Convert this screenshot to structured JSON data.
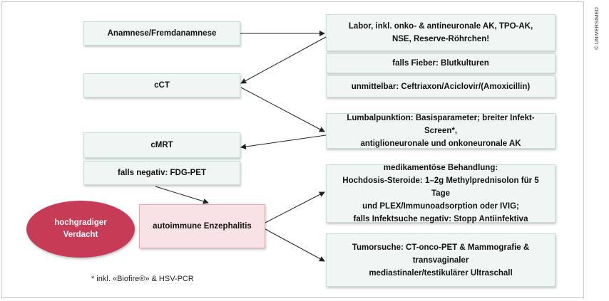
{
  "nodes": {
    "anamnese": "Anamnese/Fremdanamnese",
    "cct": "cCT",
    "cmrt": "cMRT",
    "fdg_pet": "falls negativ: FDG-PET",
    "labor": "Labor, inkl. onko- & antineuronale AK, TPO-AK,\nNSE, Reserve-Röhrchen!",
    "fieber": "falls Fieber: Blutkulturen",
    "unmittelbar": "unmittelbar: Ceftriaxon/Aciclovir/(Amoxicillin)",
    "lumbal": "Lumbalpunktion: Basisparameter; breiter Infekt-Screen*,\nantiglioneuronale und onkoneuronale AK",
    "behandlung": "medikamentöse Behandlung:\nHochdosis-Steroide: 1–2g Methylprednisolon für 5 Tage\nund PLEX/Immunoadsorption oder IVIG;\nfalls Infektsuche negativ: Stopp Antiinfektiva",
    "tumorsuche": "Tumorsuche: CT-onco-PET & Mammografie & transvaginaler\nmediastinaler/testikulärer Ultraschall",
    "enzephalitis": "autoimmune Enzephalitis",
    "verdacht": "hochgradiger\nVerdacht"
  },
  "footnote": "* inkl. «Biofire®» & HSV-PCR",
  "copyright": "© UNIVERSIMED",
  "colors": {
    "box_fill": "#f0f6f4",
    "box_border": "#c7ddd7",
    "highlight_fill": "#f8e2e5",
    "highlight_border": "#e2a3ad",
    "ellipse_fill": "#c63c57",
    "arrow": "#222222"
  }
}
